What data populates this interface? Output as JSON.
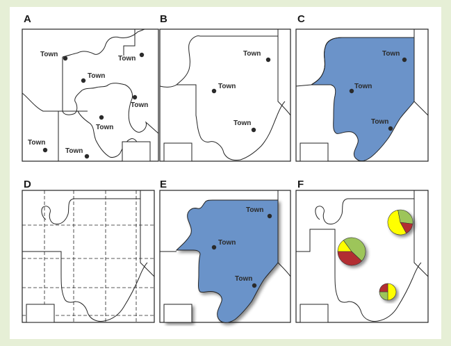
{
  "panels": [
    {
      "letter": "A"
    },
    {
      "letter": "B"
    },
    {
      "letter": "C"
    },
    {
      "letter": "D"
    },
    {
      "letter": "E"
    },
    {
      "letter": "F"
    }
  ],
  "town_label": "Town",
  "colors": {
    "county_fill": "#6b93c9",
    "pie_yellow": "#ffff00",
    "pie_green": "#9dc55a",
    "pie_red": "#b22f31",
    "background": "#e6efd6"
  },
  "pies": [
    {
      "name": "pie-upper-right",
      "slices": [
        0.55,
        0.3,
        0.15
      ]
    },
    {
      "name": "pie-left-large",
      "slices": [
        0.15,
        0.47,
        0.38
      ]
    },
    {
      "name": "pie-lower",
      "slices": [
        0.5,
        0.25,
        0.25
      ]
    }
  ]
}
